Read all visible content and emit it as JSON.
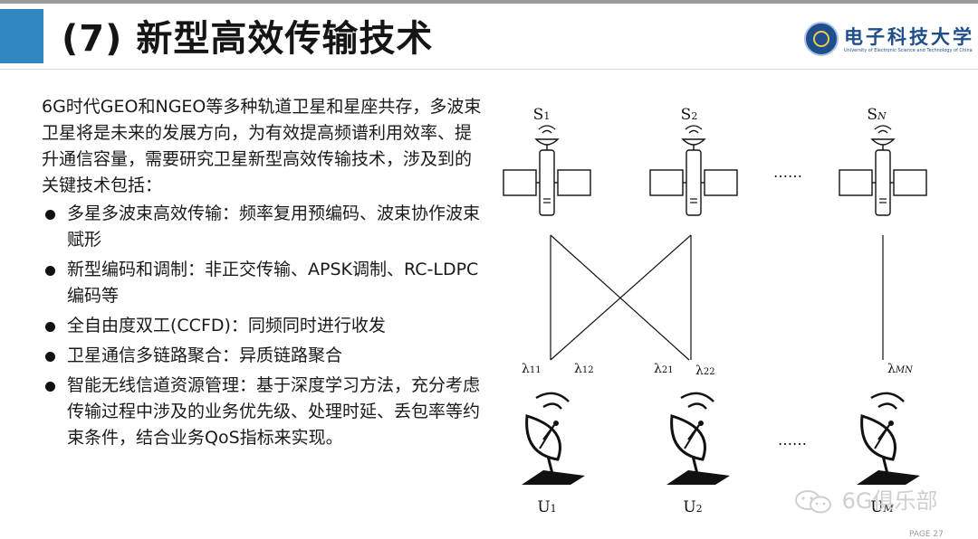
{
  "slide": {
    "title": "(7) 新型高效传输技术",
    "logo": {
      "name": "电子科技大学",
      "subtitle": "University of Electronic Science and Technology of China",
      "icon": "university-seal-icon"
    },
    "intro": "6G时代GEO和NGEO等多种轨道卫星和星座共存，多波束卫星将是未来的发展方向，为有效提高频谱利用效率、提升通信容量，需要研究卫星新型高效传输技术，涉及到的关键技术包括：",
    "bullets": [
      "多星多波束高效传输：频率复用预编码、波束协作波束赋形",
      "新型编码和调制：非正交传输、APSK调制、RC-LDPC编码等",
      "全自由度双工(CCFD)：同频同时进行收发",
      "卫星通信多链路聚合：异质链路聚合",
      "智能无线信道资源管理：基于深度学习方法，充分考虑传输过程中涉及的业务优先级、处理时延、丢包率等约束条件，结合业务QoS指标来实现。"
    ]
  },
  "diagram": {
    "satellites": [
      {
        "label": "S",
        "sub": "1"
      },
      {
        "label": "S",
        "sub": "2"
      },
      {
        "label": "S",
        "sub": "N"
      }
    ],
    "ellipsis": "……",
    "links": [
      {
        "label": "λ",
        "sub": "11"
      },
      {
        "label": "λ",
        "sub": "12"
      },
      {
        "label": "λ",
        "sub": "21"
      },
      {
        "label": "λ",
        "sub": "22"
      },
      {
        "label": "λ",
        "sub": "MN"
      }
    ],
    "terminals": [
      {
        "label": "U",
        "sub": "1"
      },
      {
        "label": "U",
        "sub": "2"
      },
      {
        "label": "U",
        "sub": "M"
      }
    ]
  },
  "watermark": {
    "text": "6G俱乐部",
    "icon": "wechat-icon"
  },
  "footer": {
    "page": "PAGE 27"
  },
  "colors": {
    "accent": "#2f86c0",
    "logo": "#1f4e8c"
  }
}
